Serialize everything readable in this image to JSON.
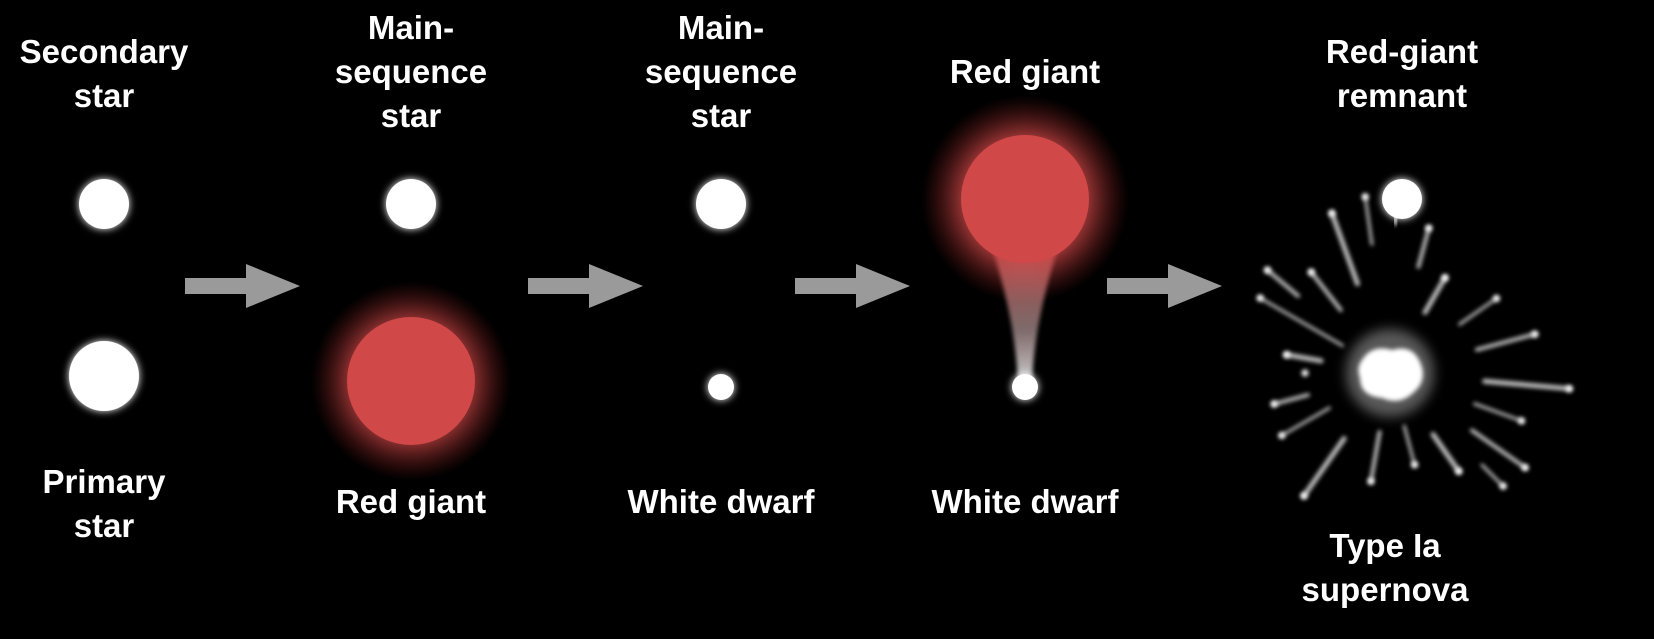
{
  "stages": [
    {
      "top_label": [
        "Secondary",
        "star"
      ],
      "bottom_label": [
        "Primary",
        "star"
      ]
    },
    {
      "top_label": [
        "Main-",
        "sequence",
        "star"
      ],
      "bottom_label": [
        "Red giant"
      ]
    },
    {
      "top_label": [
        "Main-",
        "sequence",
        "star"
      ],
      "bottom_label": [
        "White dwarf"
      ]
    },
    {
      "top_label": [
        "Red giant"
      ],
      "bottom_label": [
        "White dwarf"
      ]
    },
    {
      "top_label": [
        "Red-giant",
        "remnant"
      ],
      "bottom_label": [
        "Type Ia",
        "supernova"
      ]
    }
  ],
  "colors": {
    "background": "#000000",
    "star": "#ffffff",
    "red_giant": "#d04848",
    "arrow": "#9a9a9a",
    "text": "#ffffff"
  }
}
